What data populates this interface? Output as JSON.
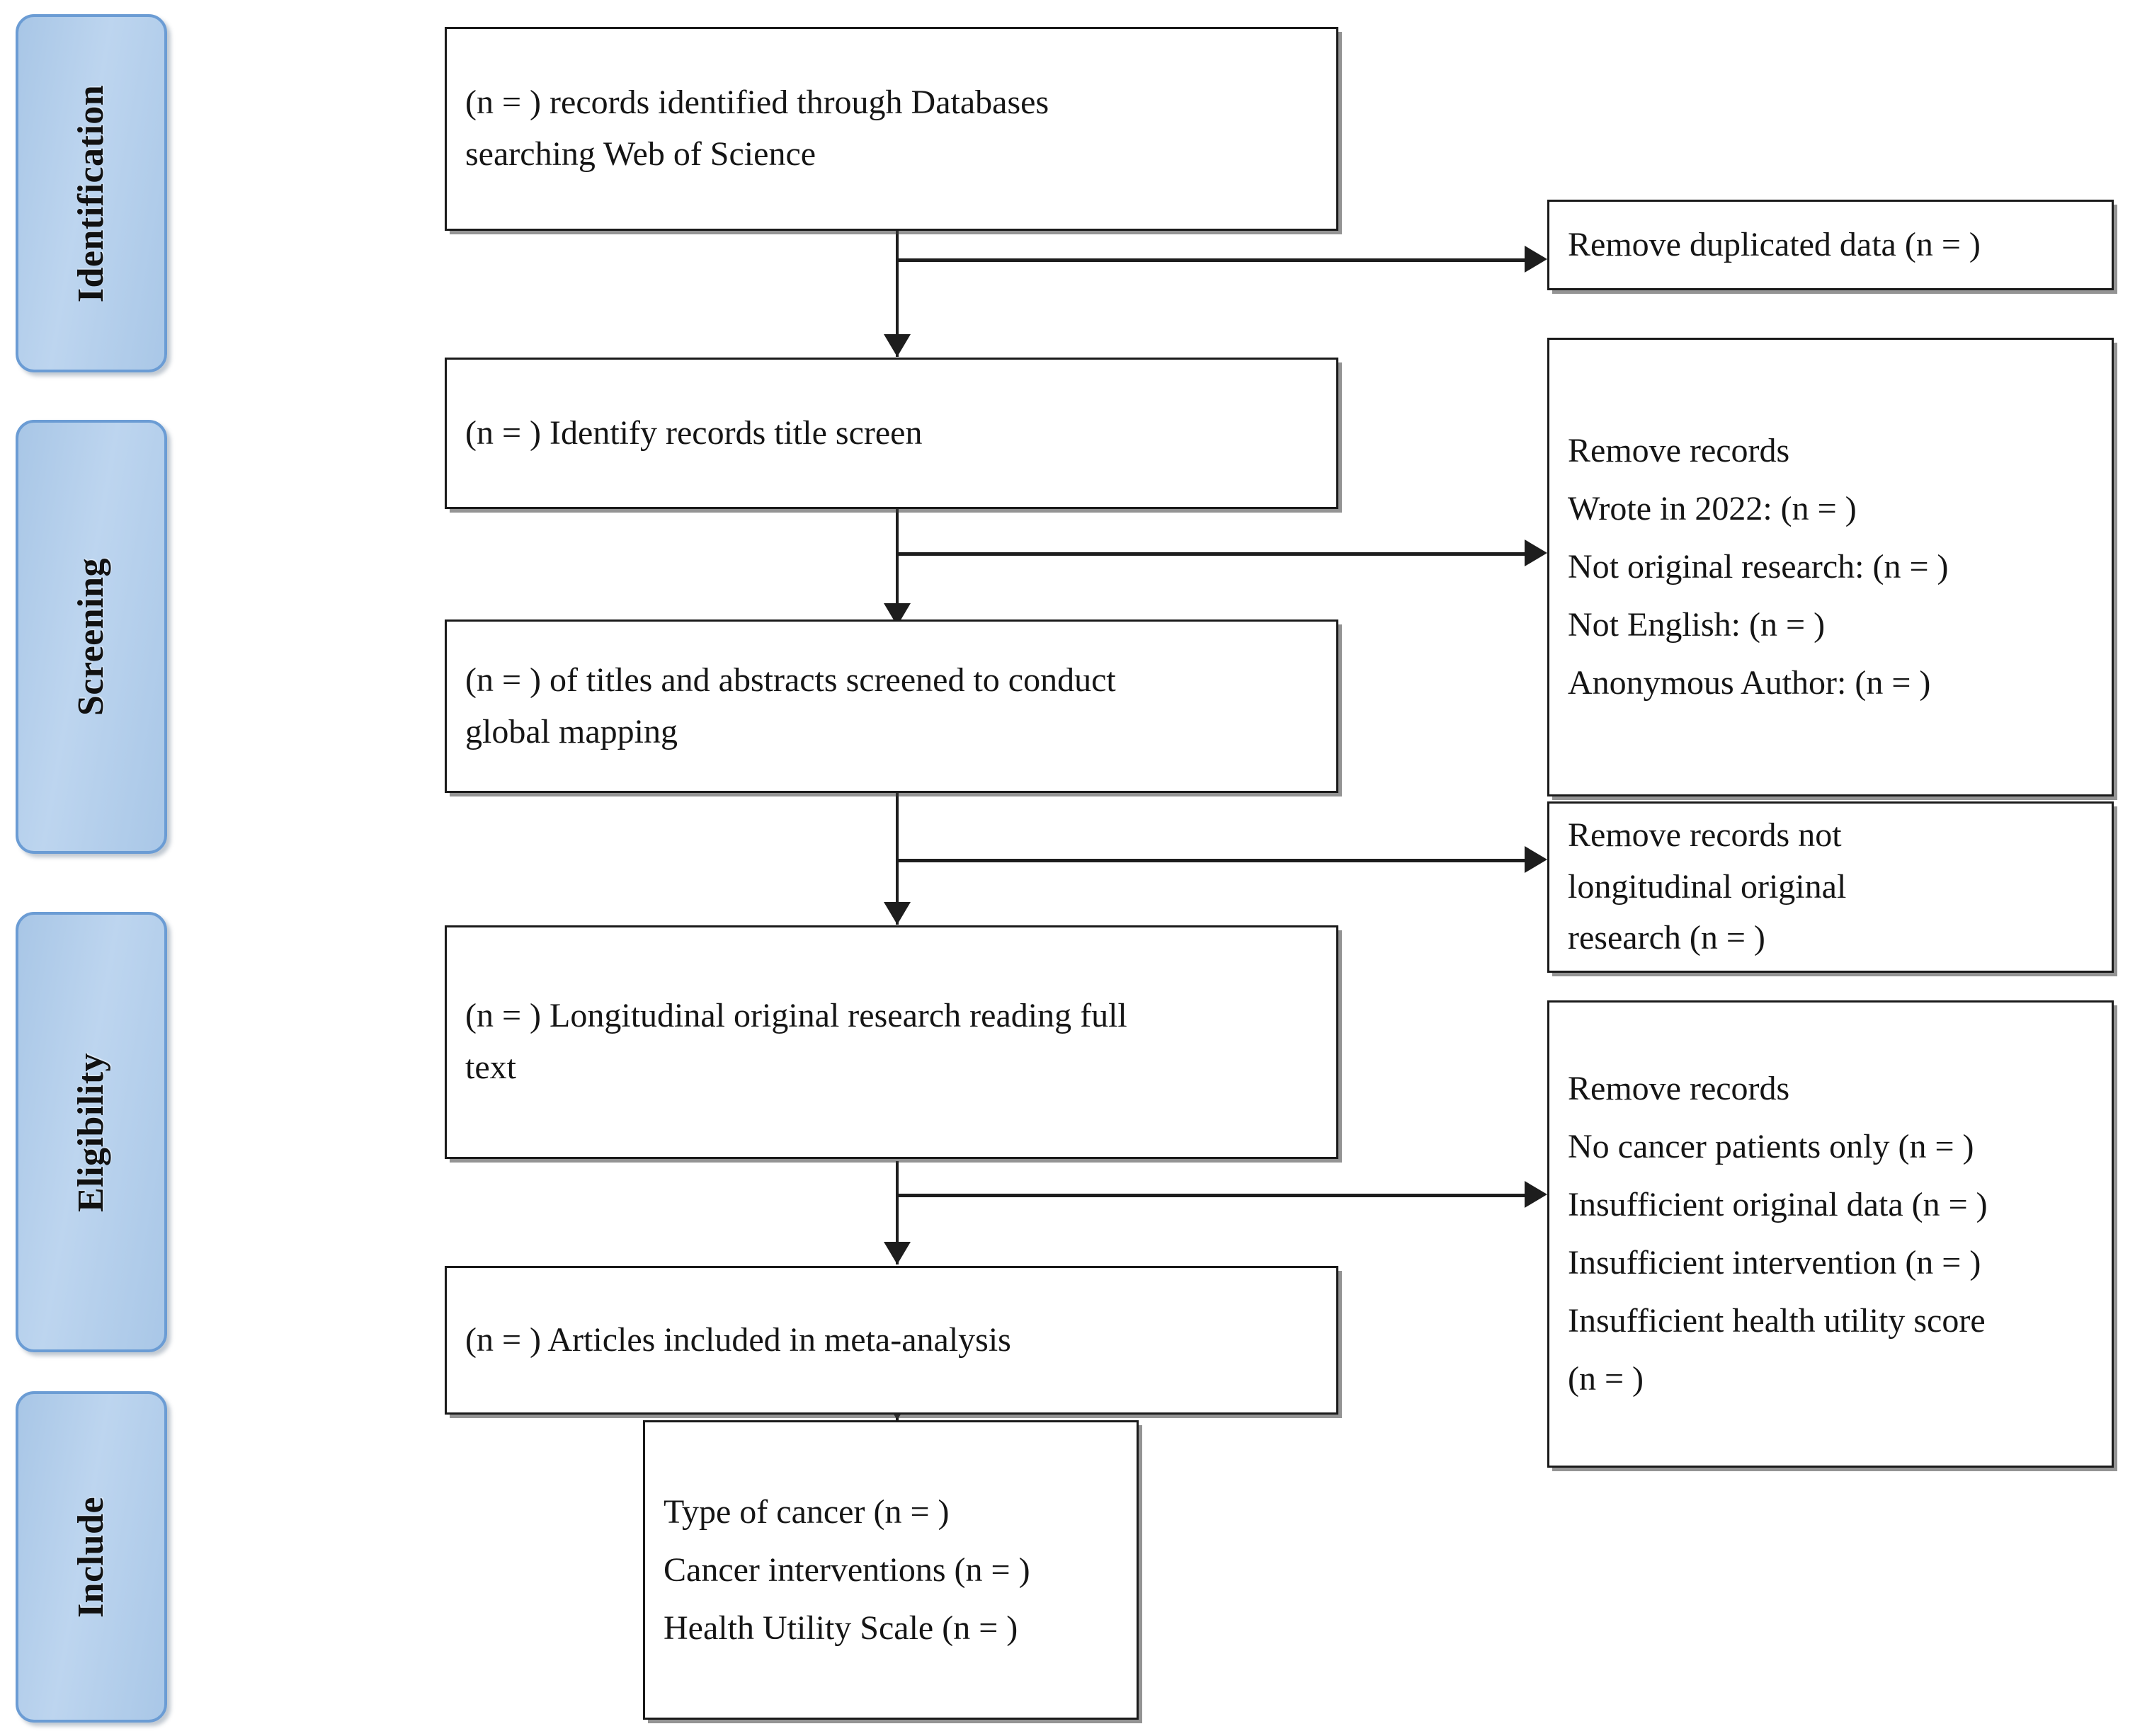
{
  "diagram": {
    "type": "prisma-flow-diagram",
    "title": "PRISMA study selection flow diagram"
  },
  "stages": [
    {
      "id": "identification",
      "label": "Identification"
    },
    {
      "id": "screening",
      "label": "Screening"
    },
    {
      "id": "eligibility",
      "label": "Eligibility"
    },
    {
      "id": "include",
      "label": "Include"
    }
  ],
  "flow_boxes": [
    {
      "id": "records-identified",
      "lines": [
        "(n = ) records identified through Databases",
        "searching Web of Science"
      ]
    },
    {
      "id": "identify-title-screen",
      "lines": [
        "(n = ) Identify records title screen"
      ]
    },
    {
      "id": "titles-abstracts-screened",
      "lines": [
        "(n = ) of titles and abstracts screened to conduct",
        "global mapping"
      ]
    },
    {
      "id": "longitudinal-full-text",
      "lines": [
        "(n = ) Longitudinal original research reading full",
        "text"
      ]
    },
    {
      "id": "articles-included",
      "lines": [
        "(n = ) Articles included in meta-analysis"
      ]
    },
    {
      "id": "final-breakdown",
      "lines": [
        "Type of cancer (n = )",
        "Cancer interventions (n = )",
        "Health Utility Scale (n = )"
      ]
    }
  ],
  "exclusion_boxes": [
    {
      "id": "remove-duplicates",
      "lines": [
        "Remove duplicated data (n = )"
      ]
    },
    {
      "id": "remove-records-screening",
      "lines": [
        "Remove  records",
        "Wrote in 2022: (n = )",
        "Not original research: (n = )",
        "Not English: (n = )",
        "Anonymous Author: (n = )"
      ]
    },
    {
      "id": "remove-not-longitudinal",
      "lines": [
        "Remove records not",
        "longitudinal original",
        "research  (n = )"
      ]
    },
    {
      "id": "remove-records-eligibility",
      "lines": [
        "Remove records",
        "No cancer patients only (n = )",
        "Insufficient original data (n = )",
        "Insufficient intervention (n = )",
        "Insufficient health utility score",
        "(n = )"
      ]
    }
  ],
  "colors": {
    "stage_fill": "#b4cde8",
    "stage_border": "#6b9cd4",
    "box_border": "#1a1a1a",
    "connector": "#1d1d1d",
    "background": "#ffffff"
  }
}
